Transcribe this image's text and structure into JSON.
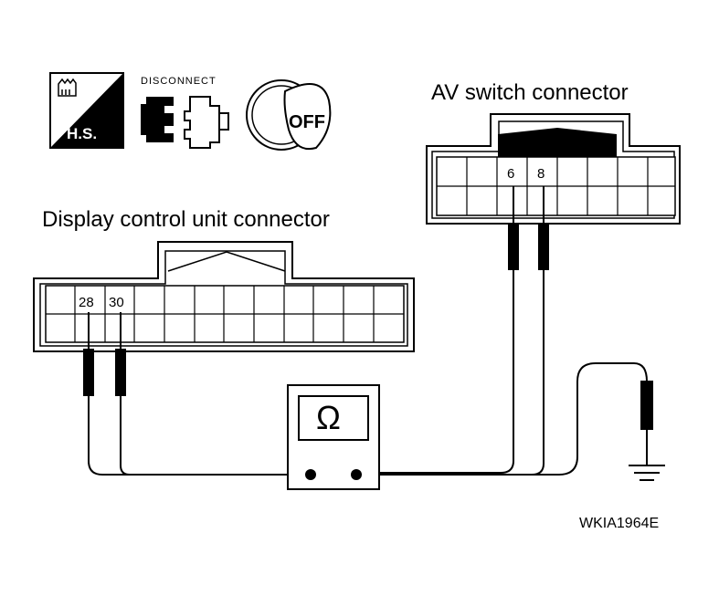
{
  "icons": {
    "hs_label": "H.S.",
    "disconnect_label": "DISCONNECT",
    "off_label": "OFF"
  },
  "av_connector": {
    "title": "AV switch connector",
    "pins": [
      "6",
      "8"
    ]
  },
  "display_connector": {
    "title": "Display control unit connector",
    "pins": [
      "28",
      "30"
    ]
  },
  "meter": {
    "symbol": "Ω"
  },
  "figure_code": "WKIA1964E"
}
